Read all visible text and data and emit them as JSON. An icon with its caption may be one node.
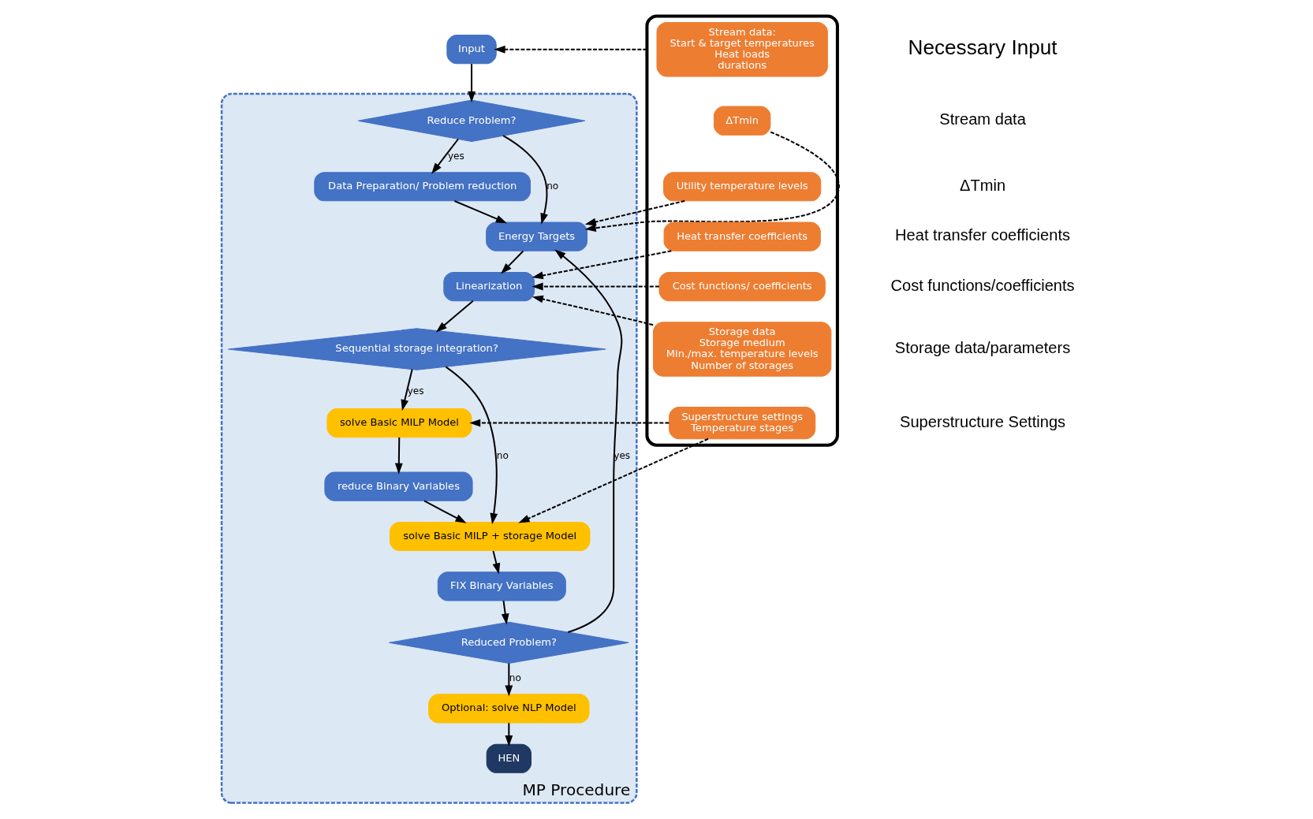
{
  "diagram": {
    "nodes": [
      {
        "text": [
          "Input"
        ]
      },
      {
        "text": [
          "MP Procedure"
        ]
      },
      {
        "text": [
          "Reduce Problem?"
        ],
        "in": 1
      },
      {
        "text": [
          "Data Preparation/ Problem reduction"
        ],
        "in": 1
      },
      {
        "text": [
          "Energy Targets"
        ],
        "in": 1
      },
      {
        "text": [
          "Linearization"
        ],
        "in": 1
      },
      {
        "text": [
          "Sequential storage integration?"
        ],
        "in": 1
      },
      {
        "text": [
          "solve Basic MILP Model"
        ],
        "in": 1
      },
      {
        "text": [
          "reduce Binary Variables"
        ],
        "in": 1
      },
      {
        "text": [
          "solve Basic MILP + storage Model"
        ],
        "in": 1
      },
      {
        "text": [
          "FIX Binary Variables"
        ],
        "in": 1
      },
      {
        "text": [
          "Reduced Problem?"
        ],
        "in": 1
      },
      {
        "text": [
          "Optional: solve NLP Model"
        ],
        "in": 1
      },
      {
        "text": [
          "HEN"
        ],
        "in": 1
      },
      {
        "text": [],
        "shape": "box"
      },
      {
        "text": [
          "Stream data:",
          "Start & target temperatures",
          "Heat loads",
          "durations"
        ],
        "in": 14
      },
      {
        "text": [
          "ΔTmin"
        ],
        "in": 14
      },
      {
        "text": [
          "Utility temperature levels"
        ],
        "in": 14
      },
      {
        "text": [
          "Heat transfer coefficients"
        ],
        "in": 14
      },
      {
        "text": [
          "Cost functions/ coefficients"
        ],
        "in": 14
      },
      {
        "text": [
          "Storage data",
          "Storage medium",
          "Min./max. temperature levels",
          "Number of storages"
        ],
        "in": 14
      },
      {
        "text": [
          "Superstructure settings",
          "Temperature stages"
        ],
        "in": 14
      }
    ],
    "edges": [
      {
        "from": 14,
        "to": 0,
        "arrow": "to",
        "style": "dashed"
      },
      {
        "from": 0,
        "to": 2,
        "arrow": "to"
      },
      {
        "from": 2,
        "to": 3,
        "arrow": "to",
        "label": "yes"
      },
      {
        "from": 2,
        "to": 4,
        "arrow": "to",
        "label": "no"
      },
      {
        "from": 3,
        "to": 4,
        "arrow": "to"
      },
      {
        "from": 11,
        "to": 4,
        "arrow": "to",
        "label": "yes"
      },
      {
        "from": 4,
        "to": 5,
        "arrow": "to"
      },
      {
        "from": 5,
        "to": 6,
        "arrow": "to"
      },
      {
        "from": 6,
        "to": 7,
        "arrow": "to",
        "label": "yes"
      },
      {
        "from": 6,
        "to": 9,
        "arrow": "to",
        "label": "no"
      },
      {
        "from": 7,
        "to": 8,
        "arrow": "to"
      },
      {
        "from": 8,
        "to": 9,
        "arrow": "to"
      },
      {
        "from": 9,
        "to": 10,
        "arrow": "to"
      },
      {
        "from": 10,
        "to": 11,
        "arrow": "to"
      },
      {
        "from": 11,
        "to": 12,
        "arrow": "to",
        "label": "no"
      },
      {
        "from": 12,
        "to": 13,
        "arrow": "to"
      },
      {
        "from": 16,
        "to": 4,
        "arrow": "to",
        "style": "dashed"
      },
      {
        "from": 17,
        "to": 4,
        "arrow": "to",
        "style": "dashed"
      },
      {
        "from": 18,
        "to": 5,
        "arrow": "to",
        "style": "dashed"
      },
      {
        "from": 19,
        "to": 5,
        "arrow": "to",
        "style": "dashed"
      },
      {
        "from": 20,
        "to": 5,
        "arrow": "to",
        "style": "dashed"
      },
      {
        "from": 21,
        "to": 7,
        "arrow": "to",
        "style": "dashed"
      },
      {
        "from": 21,
        "to": 9,
        "arrow": "to",
        "style": "dashed"
      }
    ],
    "labels": [
      "Necessary Input",
      "Stream data",
      "ΔTmin",
      "Heat transfer coefficients",
      "Cost functions/coefficients",
      "Storage data/parameters",
      "Superstructure Settings"
    ]
  }
}
